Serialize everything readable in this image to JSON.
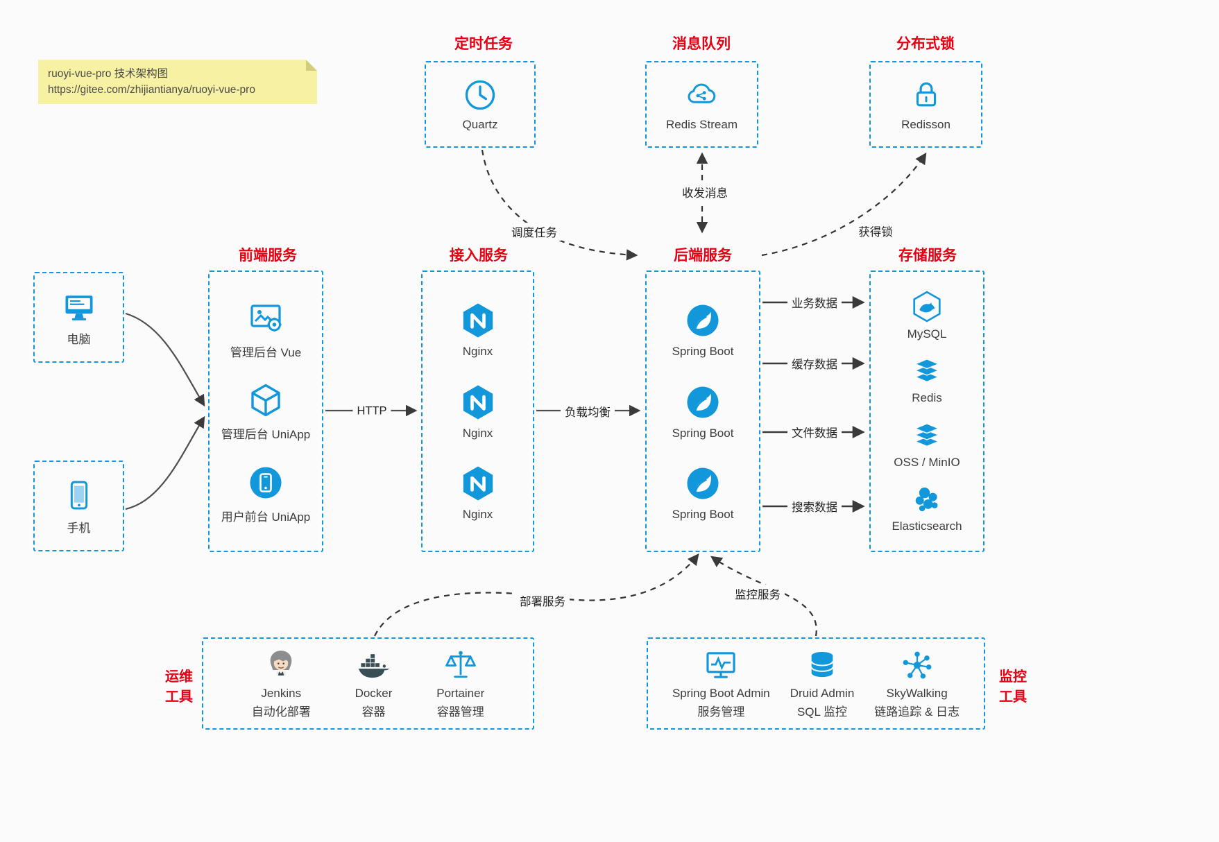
{
  "colors": {
    "blue": "#1297db",
    "red": "#e60012",
    "wire": "#474747"
  },
  "note": {
    "line1": "ruoyi-vue-pro 技术架构图",
    "line2": "https://gitee.com/zhijiantianya/ruoyi-vue-pro"
  },
  "scheduler": {
    "title": "定时任务",
    "item": {
      "label": "Quartz",
      "icon": "clock-icon"
    }
  },
  "mq": {
    "title": "消息队列",
    "item": {
      "label": "Redis Stream",
      "icon": "cloud-stream-icon"
    }
  },
  "lock": {
    "title": "分布式锁",
    "item": {
      "label": "Redisson",
      "icon": "lock-icon"
    }
  },
  "clients": {
    "pc": {
      "label": "电脑",
      "icon": "monitor-icon"
    },
    "phone": {
      "label": "手机",
      "icon": "smartphone-icon"
    }
  },
  "frontend": {
    "title": "前端服务",
    "items": [
      {
        "label": "管理后台 Vue",
        "icon": "admin-screen-gear-icon"
      },
      {
        "label": "管理后台 UniApp",
        "icon": "cube-icon"
      },
      {
        "label": "用户前台 UniApp",
        "icon": "phone-app-icon"
      }
    ]
  },
  "gateway": {
    "title": "接入服务",
    "items": [
      {
        "label": "Nginx",
        "icon": "nginx-icon"
      },
      {
        "label": "Nginx",
        "icon": "nginx-icon"
      },
      {
        "label": "Nginx",
        "icon": "nginx-icon"
      }
    ]
  },
  "backend": {
    "title": "后端服务",
    "items": [
      {
        "label": "Spring Boot",
        "icon": "spring-leaf-icon"
      },
      {
        "label": "Spring Boot",
        "icon": "spring-leaf-icon"
      },
      {
        "label": "Spring Boot",
        "icon": "spring-leaf-icon"
      }
    ]
  },
  "storage": {
    "title": "存储服务",
    "items": [
      {
        "label": "MySQL",
        "icon": "mysql-icon"
      },
      {
        "label": "Redis",
        "icon": "redis-stack-icon"
      },
      {
        "label": "OSS / MinIO",
        "icon": "storage-stack-icon"
      },
      {
        "label": "Elasticsearch",
        "icon": "elasticsearch-icon"
      }
    ]
  },
  "ops": {
    "side1": "运维",
    "side2": "工具",
    "items": [
      {
        "label1": "Jenkins",
        "label2": "自动化部署",
        "icon": "jenkins-butler-icon"
      },
      {
        "label1": "Docker",
        "label2": "容器",
        "icon": "docker-whale-icon"
      },
      {
        "label1": "Portainer",
        "label2": "容器管理",
        "icon": "scales-icon"
      }
    ]
  },
  "monitoring": {
    "side1": "监控",
    "side2": "工具",
    "items": [
      {
        "label1": "Spring Boot Admin",
        "label2": "服务管理",
        "icon": "monitor-chart-icon"
      },
      {
        "label1": "Druid Admin",
        "label2": "SQL 监控",
        "icon": "database-icon"
      },
      {
        "label1": "SkyWalking",
        "label2": "链路追踪 & 日志",
        "icon": "network-graph-icon"
      }
    ]
  },
  "edges": {
    "http": "HTTP",
    "load_balance": "负载均衡",
    "schedule": "调度任务",
    "message": "收发消息",
    "acquire_lock": "获得锁",
    "deploy": "部署服务",
    "monitor": "监控服务",
    "business_data": "业务数据",
    "cache_data": "缓存数据",
    "file_data": "文件数据",
    "search_data": "搜索数据"
  }
}
